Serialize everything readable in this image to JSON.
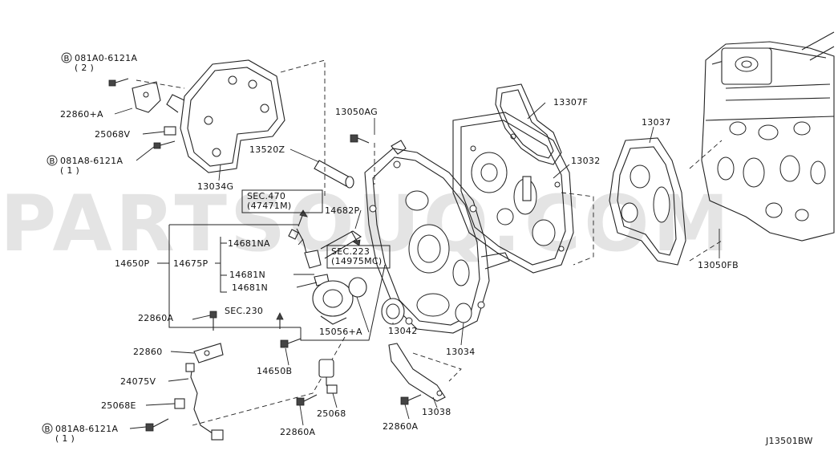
{
  "watermark": "PARTSOUQ.COM",
  "diagram_code": "J13501BW",
  "labels": {
    "bolt_top": "081A0-6121A",
    "bolt_top_qty": "( 2 )",
    "bracket_top": "22860+A",
    "clip_top": "25068V",
    "bolt_mid": "081A8-6121A",
    "bolt_mid_qty": "( 1 )",
    "cover_upper": "13034G",
    "tube": "13520Z",
    "bolt_13050ag": "13050AG",
    "gasket_f": "13307F",
    "cover_rear": "13032",
    "gasket_13037": "13037",
    "sec470": "SEC.470",
    "sec470_ref": "(47471M)",
    "hose_14682p": "14682P",
    "hose_14681na": "14681NA",
    "hose_14675p": "14675P",
    "hose_14650p": "14650P",
    "sec223": "SEC.223",
    "sec223_ref": "(14975MC)",
    "hose_14681n_1": "14681N",
    "hose_14681n_2": "14681N",
    "bracket_22860a_top": "22860A",
    "sec230": "SEC.230",
    "pump": "15056+A",
    "seal": "13042",
    "front_cover": "13034",
    "plug": "13050FB",
    "bracket_22860": "22860",
    "harness": "24075V",
    "clip_25068e": "25068E",
    "bolt_bottom": "081A8-6121A",
    "bolt_bottom_qty": "( 1 )",
    "bolt_14650b": "14650B",
    "sensor": "25068",
    "bracket_22860a_bot1": "22860A",
    "bracket_22860a_bot2": "22860A",
    "cover_lower": "13038"
  },
  "circle_marker": "B"
}
